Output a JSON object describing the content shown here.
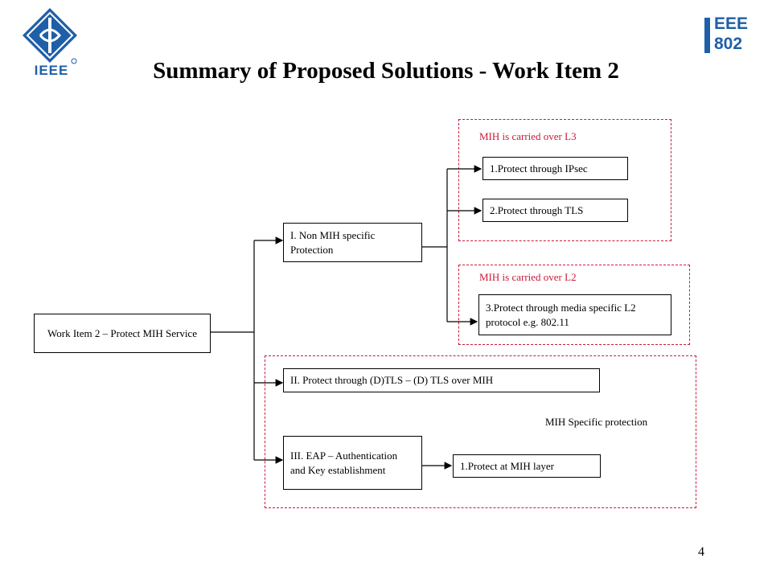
{
  "header": {
    "title": "Summary of Proposed Solutions - Work Item 2",
    "logo_left_text": "IEEE",
    "logo_right_text_top": "EEE",
    "logo_right_text_bottom": "802"
  },
  "diagram": {
    "root": "Work Item 2 – Protect MIH Service",
    "branch_1": "I. Non MIH specific Protection",
    "branch_2": "II. Protect through (D)TLS – (D) TLS over MIH",
    "branch_3": "III. EAP – Authentication and Key establishment",
    "l3_label": "MIH is carried over L3",
    "l3_option_1": "1.Protect through IPsec",
    "l3_option_2": "2.Protect through TLS",
    "l2_label": "MIH is carried over L2",
    "l2_option_3": "3.Protect through media specific L2 protocol e.g. 802.11",
    "mih_specific_label": "MIH Specific protection",
    "mih_layer_option": "1.Protect at MIH layer"
  },
  "footer": {
    "page_number": "4"
  },
  "colors": {
    "accent_red": "#cc1a3a",
    "ieee_blue": "#1f5fa8"
  }
}
